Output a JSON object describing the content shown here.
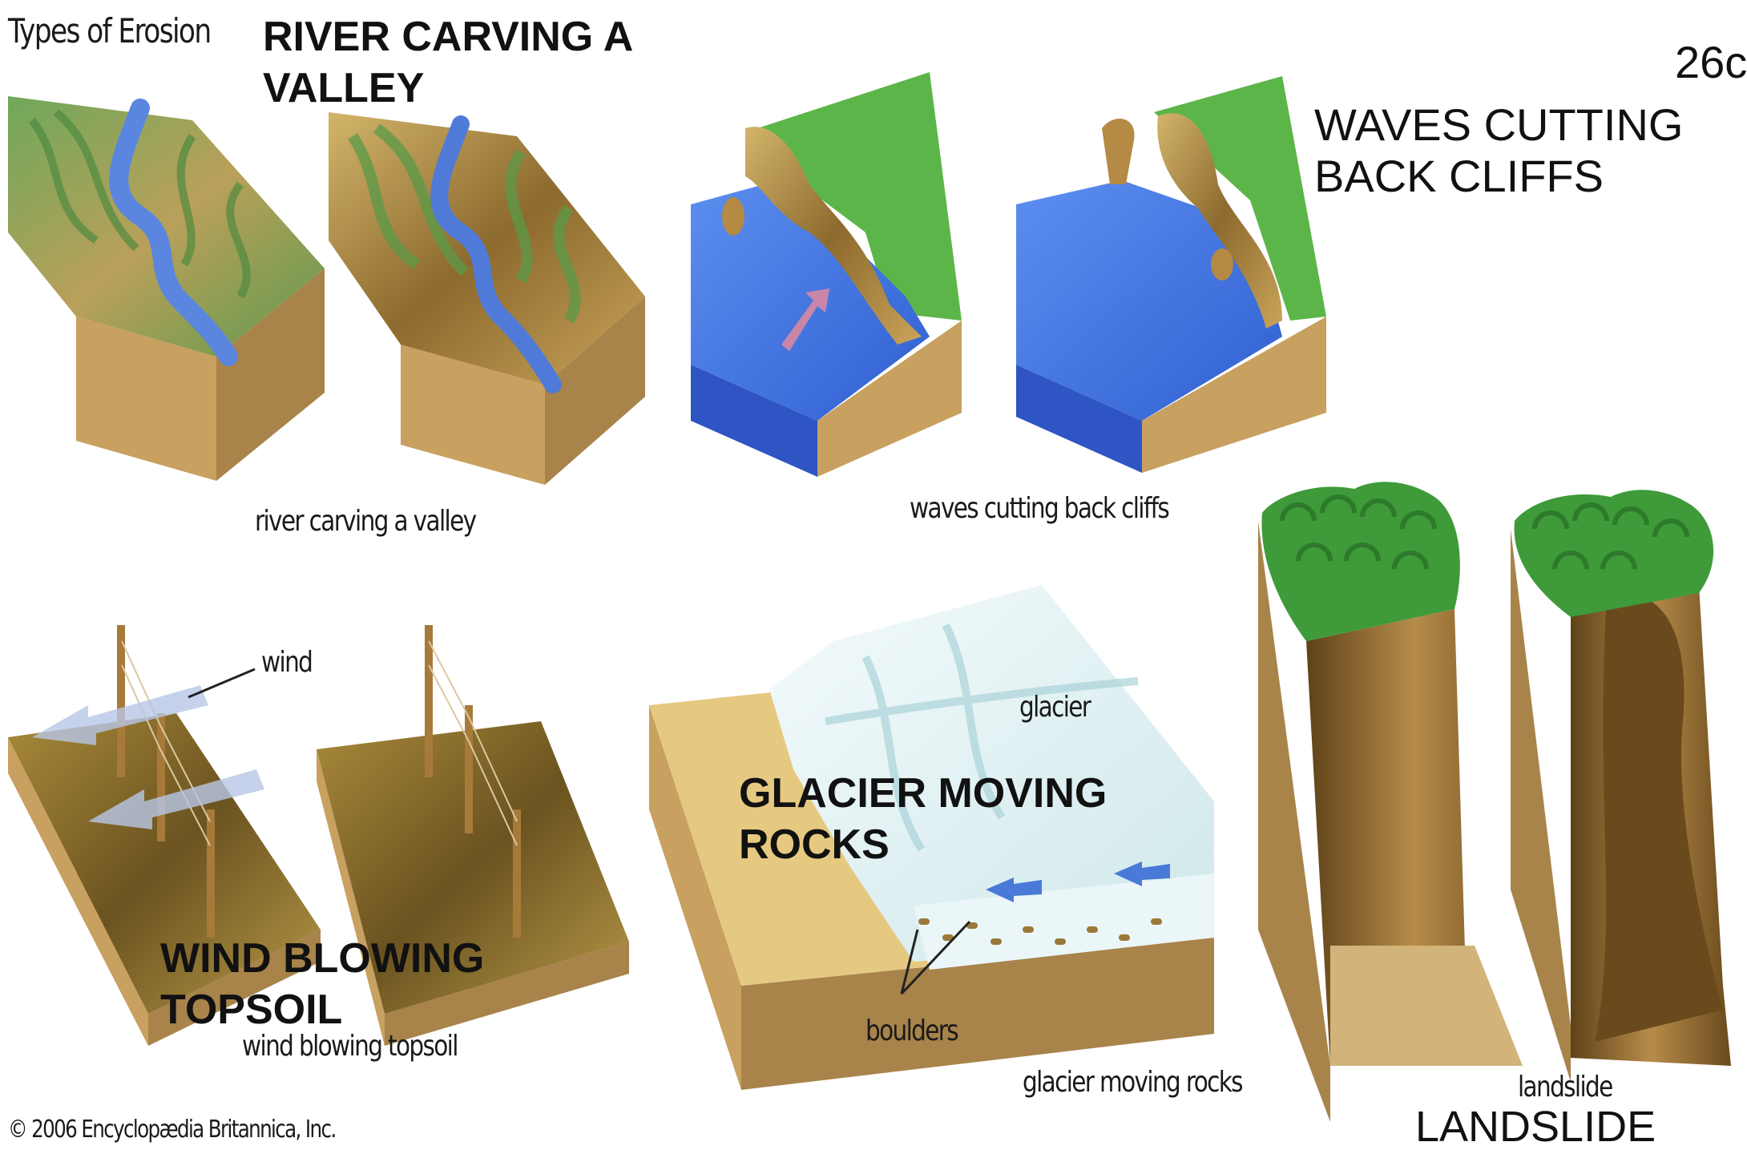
{
  "slide": {
    "header": "Types of Erosion",
    "page_number": "26c",
    "copyright": "© 2006 Encyclopædia Britannica, Inc."
  },
  "panels": {
    "river": {
      "title": "RIVER CARVING A VALLEY",
      "caption": "river carving a valley"
    },
    "waves": {
      "title": "WAVES CUTTING BACK CLIFFS",
      "caption": "waves cutting back cliffs"
    },
    "wind": {
      "title": "WIND BLOWING TOPSOIL",
      "caption": "wind blowing topsoil",
      "callout": "wind"
    },
    "glacier": {
      "title": "GLACIER MOVING ROCKS",
      "caption": "glacier moving rocks",
      "callout_glacier": "glacier",
      "callout_boulders": "boulders"
    },
    "landslide": {
      "title": "LANDSLIDE",
      "caption": "landslide"
    }
  },
  "colors": {
    "soil": "#c8a060",
    "soil_dark": "#a8834a",
    "water": "#3f6fd6",
    "grass": "#5cb548",
    "forest": "#3f9a3a",
    "ice": "#e4f2f4",
    "rock": "#a8803e"
  }
}
